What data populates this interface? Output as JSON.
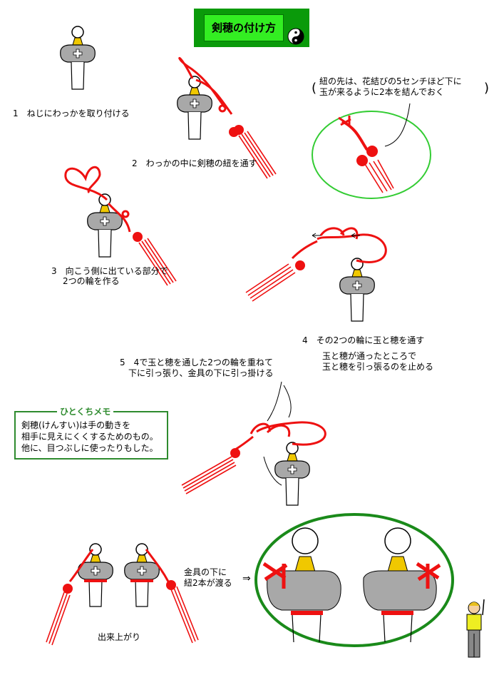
{
  "title": "剣穂の付け方",
  "steps": {
    "s1": "1　ねじにわっかを取り付ける",
    "s2": "2　わっかの中に剣穂の紐を通す",
    "s3_line1": "3　向こう側に出ている部分で",
    "s3_line2": "2つの輪を作る",
    "s4_line1": "4　その2つの輪に玉と穂を通す",
    "s4_line2": "玉と穂が通ったところで",
    "s4_line3": "玉と穂を引っ張るのを止める",
    "s5_line1": "5　4で玉と穂を通した2つの輪を重ねて",
    "s5_line2": "下に引っ張り、金具の下に引っ掛ける"
  },
  "note": {
    "line1": "紐の先は、花結びの5センチほど下に",
    "line2": "玉が来るように2本を結んでおく"
  },
  "memo": {
    "title": "ひとくちメモ",
    "line1": "剣穂(けんすい)は手の動きを",
    "line2": "相手に見えにくくするためのもの。",
    "line3": "他に、目つぶしに使ったりもした。"
  },
  "bottom": {
    "finished": "出来上がり",
    "callout_line1": "金具の下に",
    "callout_line2": "紐2本が渡る",
    "callout_arrow": "⇒"
  },
  "colors": {
    "cord": "#ee1111",
    "metal": "#a8a8a8",
    "gold": "#f0c800",
    "green": "#2e8b2e"
  }
}
